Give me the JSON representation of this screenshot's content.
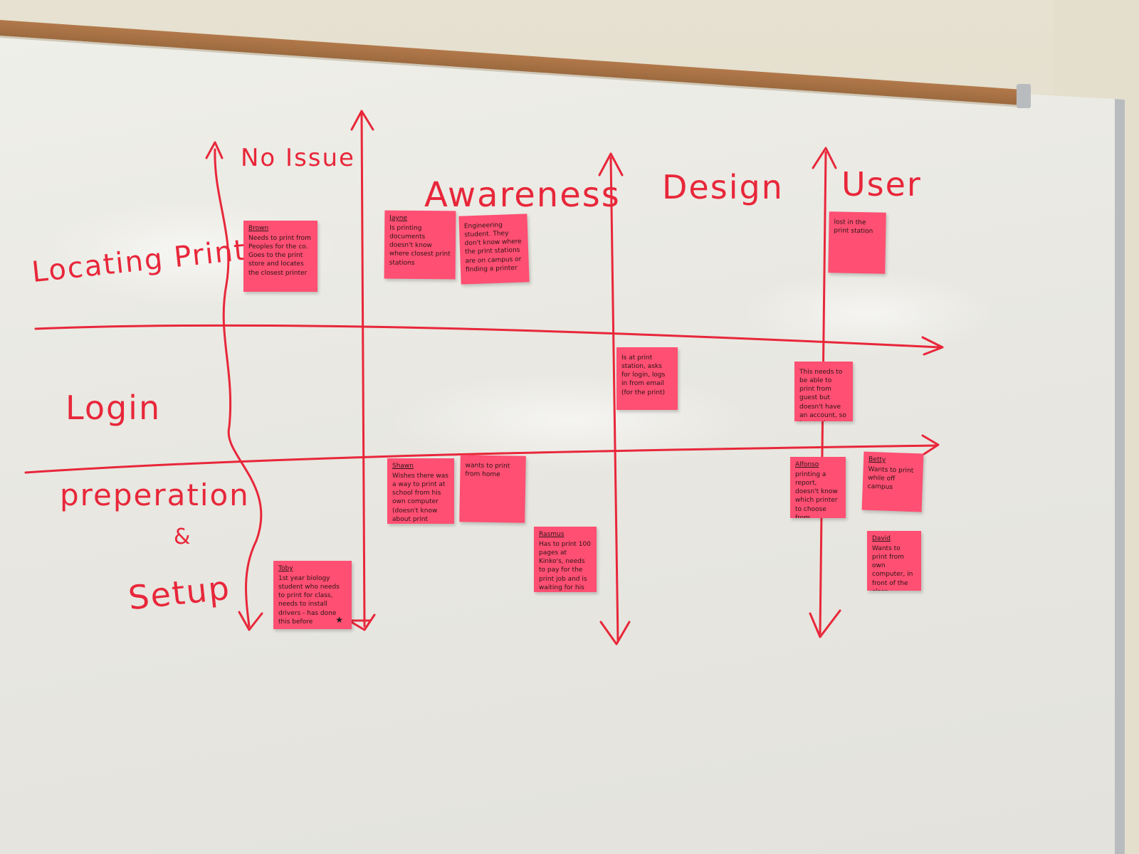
{
  "colors": {
    "marker": "#e8273a",
    "note": "#ff4f72",
    "board": "#ecebe5",
    "cork": "#a86f43"
  },
  "columns": {
    "no_issue": "No Issue",
    "awareness": "Awareness",
    "design": "Design",
    "user": "User"
  },
  "rows": {
    "locating": "Locating Printer",
    "login": "Login",
    "prep_line1": "preperation",
    "prep_amp": "&",
    "prep_line2": "Setup"
  },
  "notes": [
    {
      "id": "brown",
      "author": "Brown",
      "text": "Needs to print from Peoples for the co. Goes to the print store and locates the closest printer"
    },
    {
      "id": "jayne",
      "author": "Jayne",
      "text": "Is printing documents doesn't know where closest print stations"
    },
    {
      "id": "eng",
      "author": "",
      "text": "Engineering student. They don't know where the print stations are on campus or finding a printer"
    },
    {
      "id": "user1",
      "author": "",
      "text": "lost in the print station"
    },
    {
      "id": "mid1",
      "author": "",
      "text": "Is at print station, asks for login, logs in from email (for the print)"
    },
    {
      "id": "ucol",
      "author": "",
      "text": "This needs to be able to print from guest but doesn't have an account, so he needs a login method"
    },
    {
      "id": "shawn",
      "author": "Shawn",
      "text": "Wishes there was a way to print at school from his own computer (doesn't know about print stations)"
    },
    {
      "id": "sam",
      "author": "",
      "text": "wants to print from home"
    },
    {
      "id": "rasmus",
      "author": "Rasmus",
      "text": "Has to print 100 pages at Kinko's, needs to pay for the print job and is waiting for his turn"
    },
    {
      "id": "alfonso",
      "author": "Alfonso",
      "text": "printing a report, doesn't know which printer to choose from dropdown menu"
    },
    {
      "id": "betty",
      "author": "Betty",
      "text": "Wants to print while off campus"
    },
    {
      "id": "david",
      "author": "David",
      "text": "Wants to print from own computer, in front of the class"
    },
    {
      "id": "toby",
      "author": "Toby",
      "text": "1st year biology student who needs to print for class, needs to install drivers - has done this before"
    }
  ]
}
